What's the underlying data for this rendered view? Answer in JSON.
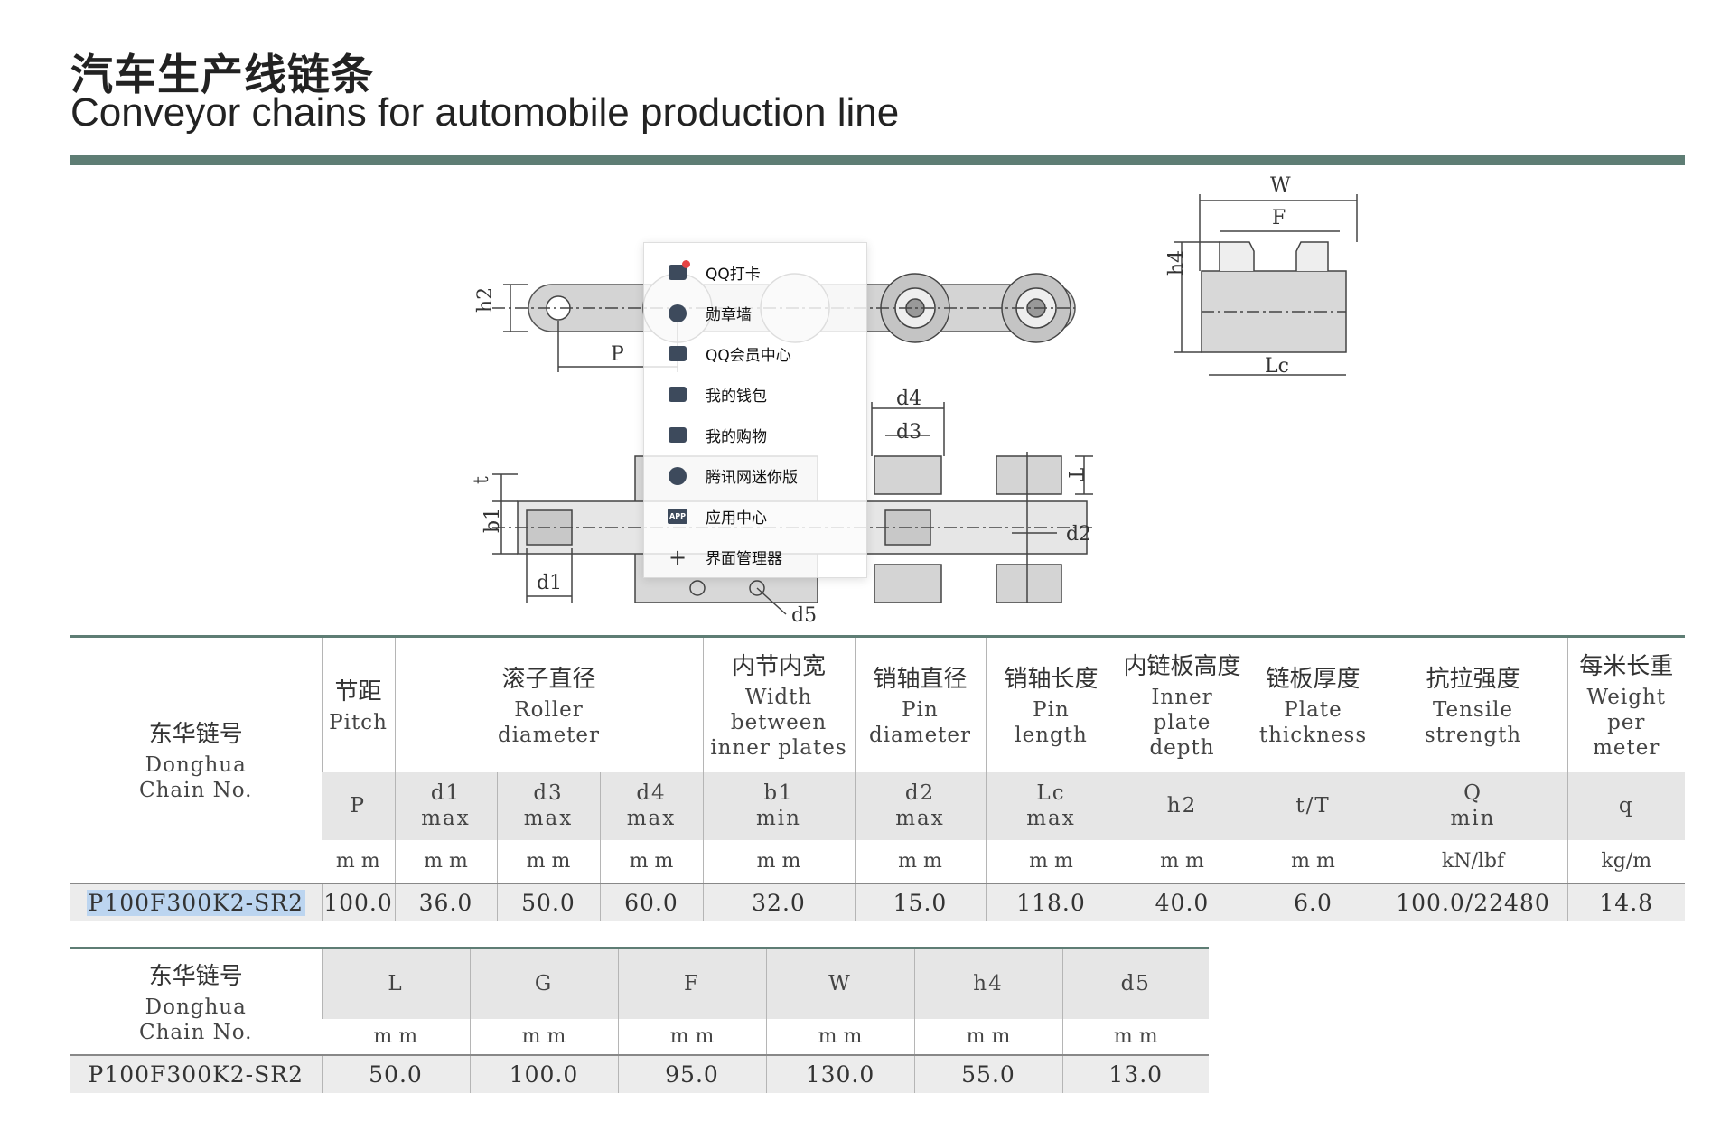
{
  "header": {
    "title_cn": "汽车生产线链条",
    "title_en": "Conveyor chains for automobile production line"
  },
  "drawing_labels": {
    "h2": "h2",
    "P": "P",
    "t": "t",
    "b1": "b1",
    "d1": "d1",
    "d4": "d4",
    "d3": "d3",
    "T": "T",
    "d2": "d2",
    "d5": "d5",
    "W": "W",
    "F": "F",
    "h4": "h4",
    "Lc": "Lc"
  },
  "context_menu": {
    "items": [
      {
        "label": "QQ打卡",
        "icon": "calendar-check-icon"
      },
      {
        "label": "勋章墙",
        "icon": "medal-icon"
      },
      {
        "label": "QQ会员中心",
        "icon": "vip-crown-icon"
      },
      {
        "label": "我的钱包",
        "icon": "wallet-icon"
      },
      {
        "label": "我的购物",
        "icon": "shopping-bag-icon"
      },
      {
        "label": "腾讯网迷你版",
        "icon": "tencent-news-icon"
      },
      {
        "label": "应用中心",
        "icon": "app-center-icon"
      },
      {
        "label": "界面管理器",
        "icon": "plus-icon"
      }
    ],
    "app_icon_text": "APP"
  },
  "table1": {
    "chain_cn": "东华链号",
    "chain_en1": "Donghua",
    "chain_en2": "Chain No.",
    "columns": [
      {
        "cn": "节距",
        "en": [
          "Pitch"
        ]
      },
      {
        "cn": "滚子直径",
        "en": [
          "Roller",
          "diameter"
        ]
      },
      {
        "cn": "内节内宽",
        "en": [
          "Width",
          "between",
          "inner plates"
        ]
      },
      {
        "cn": "销轴直径",
        "en": [
          "Pin",
          "diameter"
        ]
      },
      {
        "cn": "销轴长度",
        "en": [
          "Pin",
          "length"
        ]
      },
      {
        "cn": "内链板高度",
        "en": [
          "Inner",
          "plate",
          "depth"
        ]
      },
      {
        "cn": "链板厚度",
        "en": [
          "Plate",
          "thickness"
        ]
      },
      {
        "cn": "抗拉强度",
        "en": [
          "Tensile",
          "strength"
        ]
      },
      {
        "cn": "每米长重",
        "en": [
          "Weight",
          "per",
          "meter"
        ]
      }
    ],
    "symbols": [
      [
        "P"
      ],
      [
        "d1",
        "max"
      ],
      [
        "d3",
        "max"
      ],
      [
        "d4",
        "max"
      ],
      [
        "b1",
        "min"
      ],
      [
        "d2",
        "max"
      ],
      [
        "Lc",
        "max"
      ],
      [
        "h2"
      ],
      [
        "t/T"
      ],
      [
        "Q",
        "min"
      ],
      [
        "q"
      ]
    ],
    "units": [
      "m m",
      "m m",
      "m m",
      "m m",
      "m m",
      "m m",
      "m m",
      "m m",
      "m m",
      "kN/lbf",
      "kg/m"
    ],
    "row": {
      "chain_no": "P100F300K2-SR2",
      "values": [
        "100.0",
        "36.0",
        "50.0",
        "60.0",
        "32.0",
        "15.0",
        "118.0",
        "40.0",
        "6.0",
        "100.0/22480",
        "14.8"
      ]
    }
  },
  "table2": {
    "chain_cn": "东华链号",
    "chain_en1": "Donghua",
    "chain_en2": "Chain No.",
    "symbols": [
      "L",
      "G",
      "F",
      "W",
      "h4",
      "d5"
    ],
    "units": [
      "m m",
      "m m",
      "m m",
      "m m",
      "m m",
      "m m"
    ],
    "row": {
      "chain_no": "P100F300K2-SR2",
      "values": [
        "50.0",
        "100.0",
        "95.0",
        "130.0",
        "55.0",
        "13.0"
      ]
    }
  },
  "colors": {
    "accent_rule": "#5e7d74",
    "highlight": "#bcd5f0",
    "menu_icon": "#3d4a5c",
    "menu_badge": "#e64545"
  }
}
